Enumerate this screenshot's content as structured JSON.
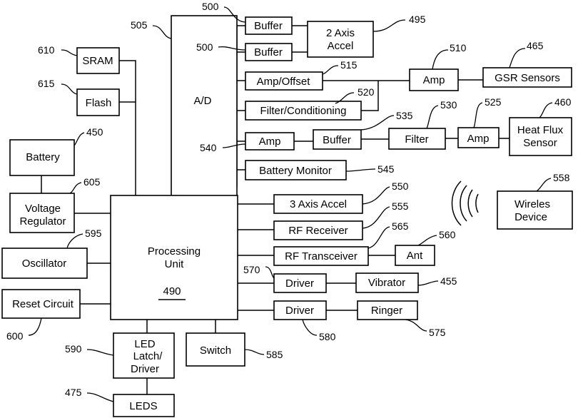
{
  "blocks": {
    "buffer_1": "Buffer",
    "buffer_2": "Buffer",
    "axis2_accel": [
      "2 Axis",
      "Accel"
    ],
    "sram": "SRAM",
    "flash": "Flash",
    "ad": "A/D",
    "amp_offset": "Amp/Offset",
    "amp_gsr": "Amp",
    "gsr_sensors": "GSR Sensors",
    "filter_conditioning": "Filter/Conditioning",
    "battery": "Battery",
    "voltage_regulator": [
      "Voltage",
      "Regulator"
    ],
    "amp_540": "Amp",
    "buffer_535": "Buffer",
    "filter_530": "Filter",
    "amp_525": "Amp",
    "heat_flux_sensor": [
      "Heat Flux",
      "Sensor"
    ],
    "battery_monitor": "Battery Monitor",
    "processing_unit": [
      "Processing",
      "Unit"
    ],
    "processing_unit_ref": "490",
    "axis3_accel": "3 Axis Accel",
    "rf_receiver": "RF Receiver",
    "rf_transceiver": "RF Transceiver",
    "ant": "Ant",
    "oscillator": "Oscillator",
    "driver_vibrator": "Driver",
    "vibrator": "Vibrator",
    "reset_circuit": "Reset Circuit",
    "driver_ringer": "Driver",
    "ringer": "Ringer",
    "led_latch_driver": [
      "LED",
      "Latch/",
      "Driver"
    ],
    "switch": "Switch",
    "leds": "LEDS",
    "wireless_device": [
      "Wireles",
      "Device"
    ]
  },
  "refs": {
    "r500a": "500",
    "r500b": "500",
    "r495": "495",
    "r505": "505",
    "r610": "610",
    "r615": "615",
    "r510": "510",
    "r465": "465",
    "r515": "515",
    "r520": "520",
    "r450": "450",
    "r535": "535",
    "r530": "530",
    "r525": "525",
    "r460": "460",
    "r540": "540",
    "r545": "545",
    "r605": "605",
    "r550": "550",
    "r558": "558",
    "r555": "555",
    "r565": "565",
    "r560": "560",
    "r595": "595",
    "r570": "570",
    "r455": "455",
    "r600": "600",
    "r580": "580",
    "r575": "575",
    "r590": "590",
    "r585": "585",
    "r475": "475"
  }
}
